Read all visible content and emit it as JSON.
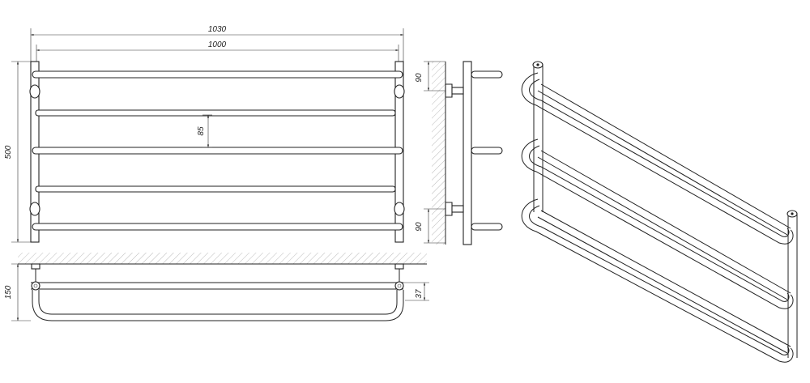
{
  "dimensions": {
    "overall_width": "1030",
    "inner_width": "1000",
    "height": "500",
    "rail_spacing": "85",
    "side_top_offset": "90",
    "side_bottom_offset": "90",
    "depth": "150",
    "mount_depth": "37"
  },
  "colors": {
    "line": "#222222",
    "background": "#ffffff",
    "hatch": "#777777"
  }
}
